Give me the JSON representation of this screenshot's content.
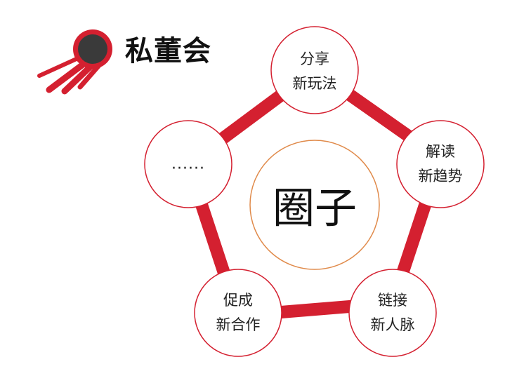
{
  "brand": {
    "name": "私董会",
    "accent_color": "#d42030",
    "logo_icon": "comet-icon"
  },
  "diagram": {
    "center_label": "圈子",
    "ring_color": "#d42030",
    "center_border_color": "#e08a4a",
    "nodes": [
      {
        "line1": "分享",
        "line2": "新玩法"
      },
      {
        "line1": "解读",
        "line2": "新趋势"
      },
      {
        "line1": "链接",
        "line2": "新人脉"
      },
      {
        "line1": "促成",
        "line2": "新合作"
      },
      {
        "line1": "......",
        "line2": ""
      }
    ]
  }
}
